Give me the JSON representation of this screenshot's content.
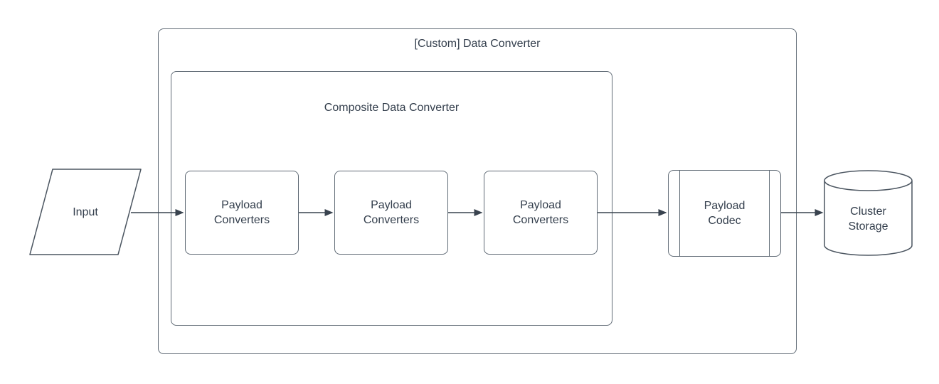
{
  "diagram": {
    "colors": {
      "background": "#ffffff",
      "container_stroke": "#5f6a75",
      "shape_stroke": "#4c5661",
      "edge_stroke": "#39434f",
      "text": "#333e4c"
    },
    "containers": {
      "outer": {
        "title": "[Custom] Data Converter"
      },
      "inner": {
        "title": "Composite Data Converter"
      }
    },
    "nodes": {
      "input": {
        "label": "Input",
        "shape": "parallelogram"
      },
      "converter1": {
        "label": "Payload Converters",
        "shape": "rounded-rectangle"
      },
      "converter2": {
        "label": "Payload Converters",
        "shape": "rounded-rectangle"
      },
      "converter3": {
        "label": "Payload Converters",
        "shape": "rounded-rectangle"
      },
      "codec": {
        "label": "Payload Codec",
        "shape": "subroutine"
      },
      "storage": {
        "label": "Cluster Storage",
        "shape": "cylinder"
      }
    },
    "edges": [
      {
        "from": "input",
        "to": "converter1"
      },
      {
        "from": "converter1",
        "to": "converter2"
      },
      {
        "from": "converter2",
        "to": "converter3"
      },
      {
        "from": "converter3",
        "to": "codec"
      },
      {
        "from": "codec",
        "to": "storage"
      }
    ]
  }
}
